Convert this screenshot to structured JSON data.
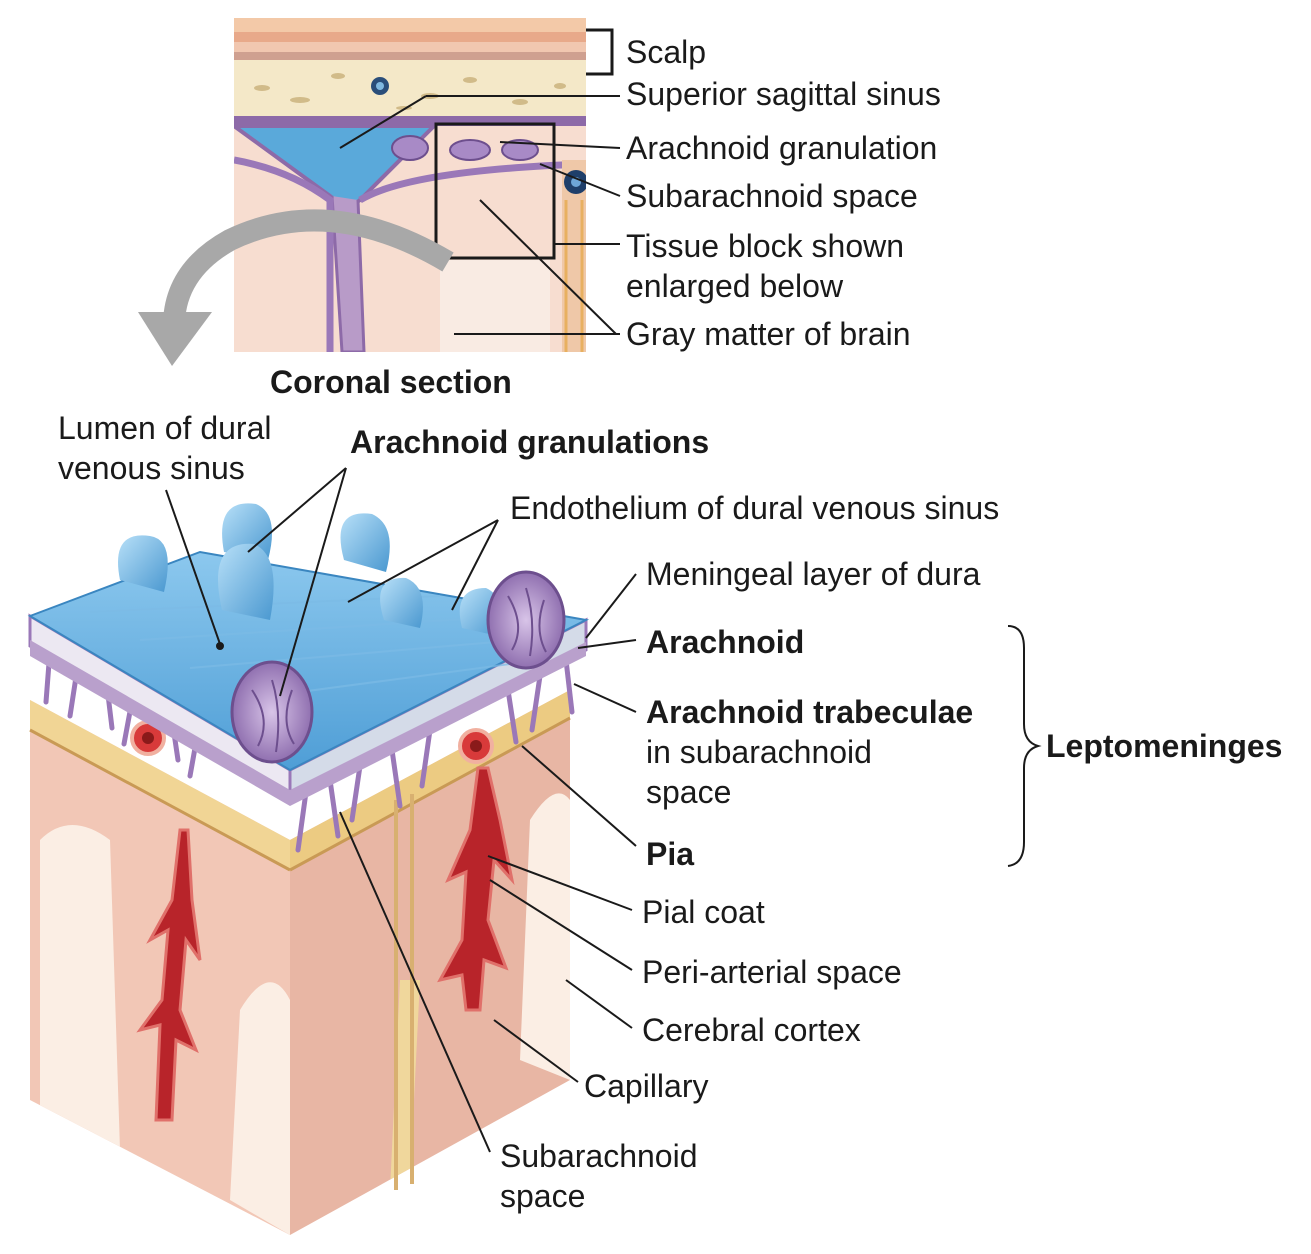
{
  "top_labels": {
    "scalp": "Scalp",
    "superior_sagittal_sinus": "Superior sagittal sinus",
    "arachnoid_granulation": "Arachnoid granulation",
    "subarachnoid_space": "Subarachnoid space",
    "tissue_block_line1": "Tissue block shown",
    "tissue_block_line2": "enlarged below",
    "gray_matter": "Gray matter of brain",
    "coronal_section": "Coronal section"
  },
  "bottom_labels": {
    "lumen_line1": "Lumen of dural",
    "lumen_line2": "venous sinus",
    "arachnoid_granulations": "Arachnoid granulations",
    "endothelium": "Endothelium of dural venous sinus",
    "meningeal_layer": "Meningeal layer of dura",
    "arachnoid": "Arachnoid",
    "trabeculae_line1": "Arachnoid trabeculae",
    "trabeculae_line2": "in subarachnoid",
    "trabeculae_line3": "space",
    "leptomeninges": "Leptomeninges",
    "pia": "Pia",
    "pial_coat": "Pial coat",
    "periarterial_space": "Peri-arterial space",
    "cerebral_cortex": "Cerebral cortex",
    "capillary": "Capillary",
    "subarachnoid_line1": "Subarachnoid",
    "subarachnoid_line2": "space"
  },
  "colors": {
    "sinus_blue": "#5aa9da",
    "arachnoid_purple": "#9a78b8",
    "cortex_pink": "#f0c8b8",
    "artery_red": "#b8242a",
    "pia_tan": "#e8c98a",
    "arrow_gray": "#a8a8a8"
  }
}
